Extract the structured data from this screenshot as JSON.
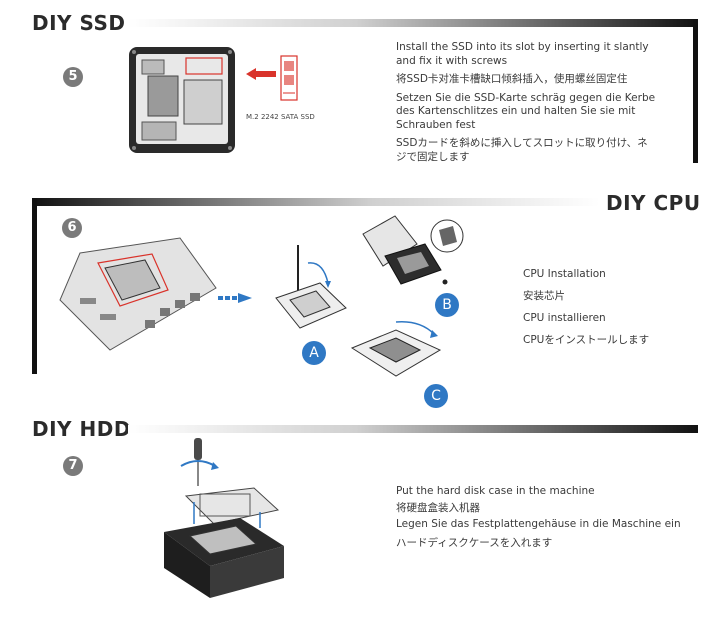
{
  "ssd": {
    "title": "DIY SSD",
    "step": "5",
    "module_label": "M.2 2242 SATA SSD",
    "lines": [
      "Install the SSD into its slot by inserting it slantly and fix it with screws",
      "将SSD卡对准卡槽缺口倾斜插入，使用螺丝固定住",
      "Setzen Sie die SSD-Karte schräg gegen die Kerbe des Kartenschlitzes ein und halten Sie sie mit Schrauben fest",
      "SSDカードを斜めに挿入してスロットに取り付け、ネジで固定します"
    ]
  },
  "cpu": {
    "title": "DIY CPU",
    "step": "6",
    "badges": {
      "a": "A",
      "b": "B",
      "c": "C"
    },
    "lines": [
      "CPU Installation",
      "安装芯片",
      "CPU installieren",
      "CPUをインストールします"
    ]
  },
  "hdd": {
    "title": "DIY HDD",
    "step": "7",
    "lines": [
      "Put the hard disk case in the machine",
      "将硬盘盒装入机器",
      "Legen Sie das Festplattengehäuse in die Maschine ein",
      "ハードディスクケースを入れます"
    ]
  },
  "colors": {
    "accent_red": "#d9332b",
    "accent_blue": "#2f78c4",
    "frame": "#111111"
  }
}
